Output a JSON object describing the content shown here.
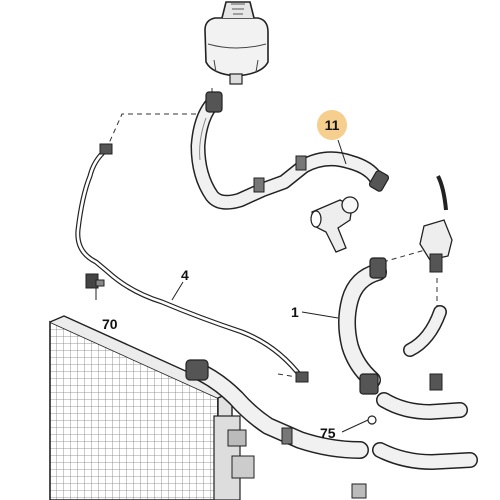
{
  "callouts": {
    "c11": "11",
    "c4": "4",
    "c70": "70",
    "c1": "1",
    "c75": "75"
  },
  "colors": {
    "highlight_badge": "#f6cf8e",
    "line_art": "#222222",
    "radiator_fill": "#d9d9d9"
  }
}
